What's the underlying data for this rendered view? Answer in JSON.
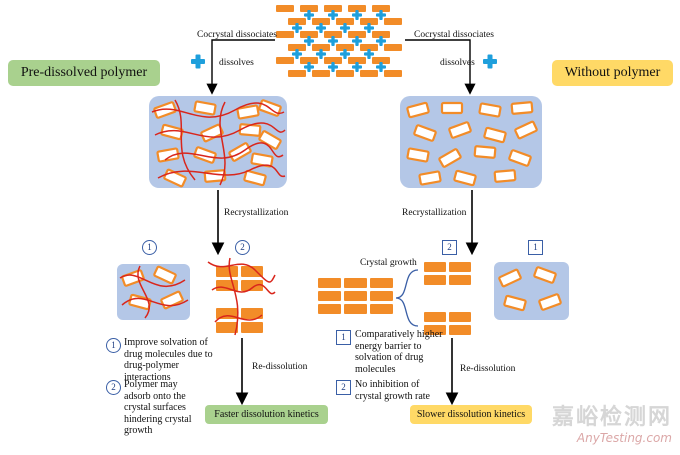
{
  "labels": {
    "cocrystal_left": "Cocrystal dissociates",
    "cocrystal_right": "Cocrystal dissociates",
    "dissolves_left": "dissolves",
    "dissolves_right": "dissolves",
    "pre_dissolved": "Pre-dissolved polymer",
    "without_polymer": "Without polymer",
    "recryst_left": "Recrystallization",
    "recryst_right": "Recrystallization",
    "crystal_growth": "Crystal growth",
    "redissolution_left": "Re-dissolution",
    "redissolution_right": "Re-dissolution",
    "faster": "Faster dissolution kinetics",
    "slower": "Slower dissolution kinetics"
  },
  "markers": {
    "left_1": "1",
    "left_2": "2",
    "right_2": "2",
    "right_1": "1"
  },
  "left_notes": [
    {
      "num": "1",
      "text": "Improve solvation of drug molecules due to drug-polymer interactions"
    },
    {
      "num": "2",
      "text": "Polymer may adsorb onto the crystal surfaces hindering crystal growth"
    }
  ],
  "right_notes": [
    {
      "num": "1",
      "text": "Comparatively higher energy barrier to solvation of drug molecules"
    },
    {
      "num": "2",
      "text": "No inhibition of crystal growth rate"
    }
  ],
  "watermark": {
    "cn": "嘉峪检测网",
    "en": "AnyTesting.com"
  },
  "colors": {
    "drug": "#f28c28",
    "coformer": "#1e9fdc",
    "solution": "#b4c7e7",
    "polymer": "#d9261c",
    "green": "#a9d18e",
    "yellow": "#ffd966"
  }
}
